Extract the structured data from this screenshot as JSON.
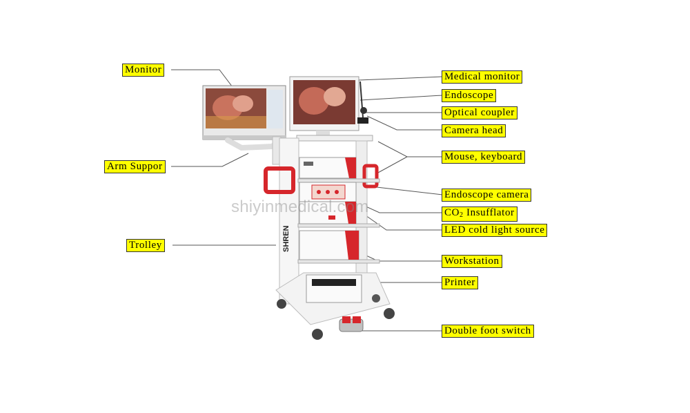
{
  "labels": {
    "monitor": "Monitor",
    "arm_support": "Arm Suppor",
    "trolley": "Trolley",
    "medical_monitor": "Medical monitor",
    "endoscope": "Endoscope",
    "optical_coupler": "Optical coupler",
    "camera_head": "Camera head",
    "mouse_keyboard": "Mouse, keyboard",
    "endoscope_camera": "Endoscope camera",
    "co2_prefix": "CO",
    "co2_sub": "2",
    "co2_suffix": " Insufflator",
    "led_light_source": "LED cold light source",
    "workstation": "Workstation",
    "printer": "Printer",
    "double_foot_switch": "Double foot switch"
  },
  "watermark": "shiyinmedical.com",
  "trolley_brand": "SHREN",
  "colors": {
    "label_bg": "#ffff00",
    "accent_red": "#d6262b",
    "trolley_white": "#f4f4f4"
  }
}
